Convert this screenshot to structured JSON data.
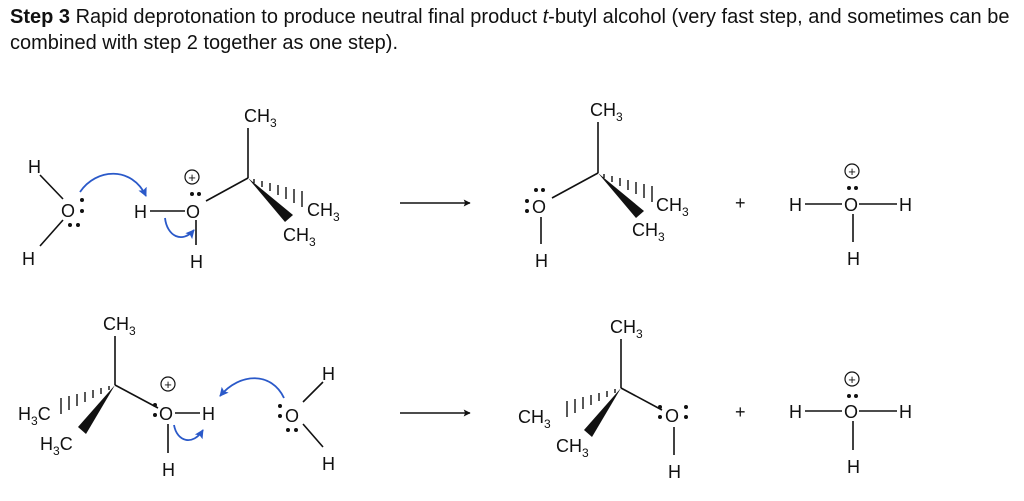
{
  "caption": {
    "step_label": "Step 3",
    "text_before_italic": "Rapid deprotonation to produce neutral final product",
    "italic_prefix": "t",
    "text_after_italic": "-butyl alcohol (very fast step, and sometimes can be combined with step 2 together as one step)."
  },
  "labels": {
    "H": "H",
    "O": "O",
    "C": "C",
    "CH": "CH",
    "sub3": "3",
    "plus": "+",
    "charge": "+"
  },
  "colors": {
    "ink": "#111111",
    "arrow_blue": "#2a59c9"
  }
}
